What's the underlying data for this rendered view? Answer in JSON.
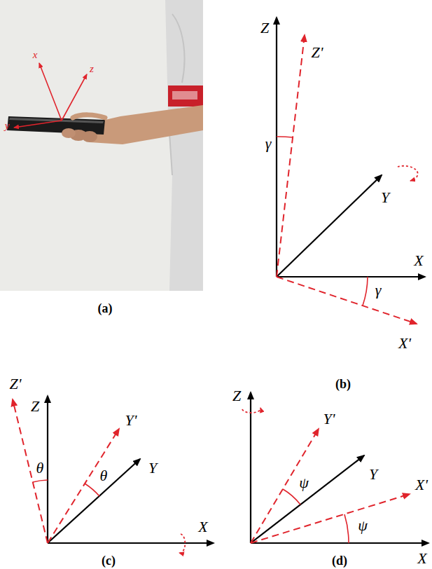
{
  "diagram": {
    "labels": [
      "x",
      "z",
      "y",
      "(a)",
      "Z",
      "Z'",
      "γ",
      "Y",
      "X",
      "γ",
      "X'",
      "(b)",
      "Z'",
      "Z",
      "Y'",
      "θ",
      "θ",
      "Y",
      "X",
      "(c)",
      "Z",
      "Y'",
      "ψ",
      "Y",
      "X'",
      "ψ",
      "X",
      "(d)"
    ]
  }
}
